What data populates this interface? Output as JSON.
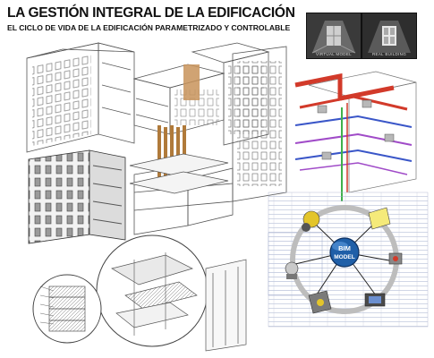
{
  "poster": {
    "title": "LA GESTIÓN INTEGRAL DE LA EDIFICACIÓN",
    "subtitle": "EL CICLO DE VIDA DE LA EDIFICACIÓN PARAMETRIZADO Y CONTROLABLE"
  },
  "thumbnails": [
    {
      "caption": "VIRTUAL MODEL"
    },
    {
      "caption": "REAL BUILDING"
    }
  ],
  "hub": {
    "line1": "BIM",
    "line2": "MODEL"
  },
  "colors": {
    "linework": "#555555",
    "timber": "#b07a3a",
    "duct_red": "#d23a2a",
    "pipe_blue": "#3a56c8",
    "pipe_purple": "#a04bc8",
    "pipe_green": "#3fb04a",
    "bim_hub": "#1f5fa8",
    "cycle_ring": "#bdbdbd"
  }
}
